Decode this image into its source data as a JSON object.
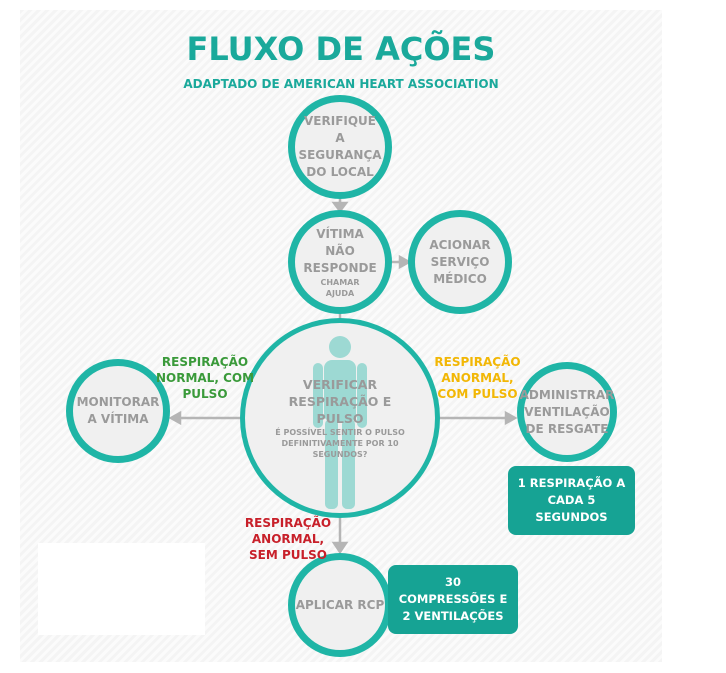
{
  "title": "FLUXO DE AÇÕES",
  "subtitle": "ADAPTADO DE AMERICAN HEART ASSOCIATION",
  "nodes": {
    "safety": "VERIFIQUE A SEGURANÇA DO LOCAL",
    "unresponsive": "VÍTIMA NÃO RESPONDE",
    "unresponsive_sub": "CHAMAR AJUDA",
    "call_service": "ACIONAR SERVIÇO MÉDICO",
    "check": "VERIFICAR RESPIRAÇÃO E PULSO",
    "check_sub": "É POSSÍVEL SENTIR O PULSO DEFINITIVAMENTE POR 10 SEGUNDOS?",
    "monitor": "MONITORAR A VÍTIMA",
    "rescue": "ADMINISTRAR VENTILAÇÃO DE RESGATE",
    "cpr": "APLICAR RCP"
  },
  "labels": {
    "normal": "RESPIRAÇÃO NORMAL, COM PULSO",
    "abnormal_pulse": "RESPIRAÇÃO ANORMAL, COM PULSO",
    "abnormal_nopulse": "RESPIRAÇÃO ANORMAL, SEM PULSO"
  },
  "boxes": {
    "rescue_rate": "1 RESPIRAÇÃO A CADA 5 SEGUNDOS",
    "cpr_ratio": "30 COMPRESSÕES E 2 VENTILAÇÕES"
  },
  "colors": {
    "teal": "#1fb5a6",
    "green": "#3a9a3a",
    "yellow": "#f2b705",
    "red": "#c8202a"
  }
}
